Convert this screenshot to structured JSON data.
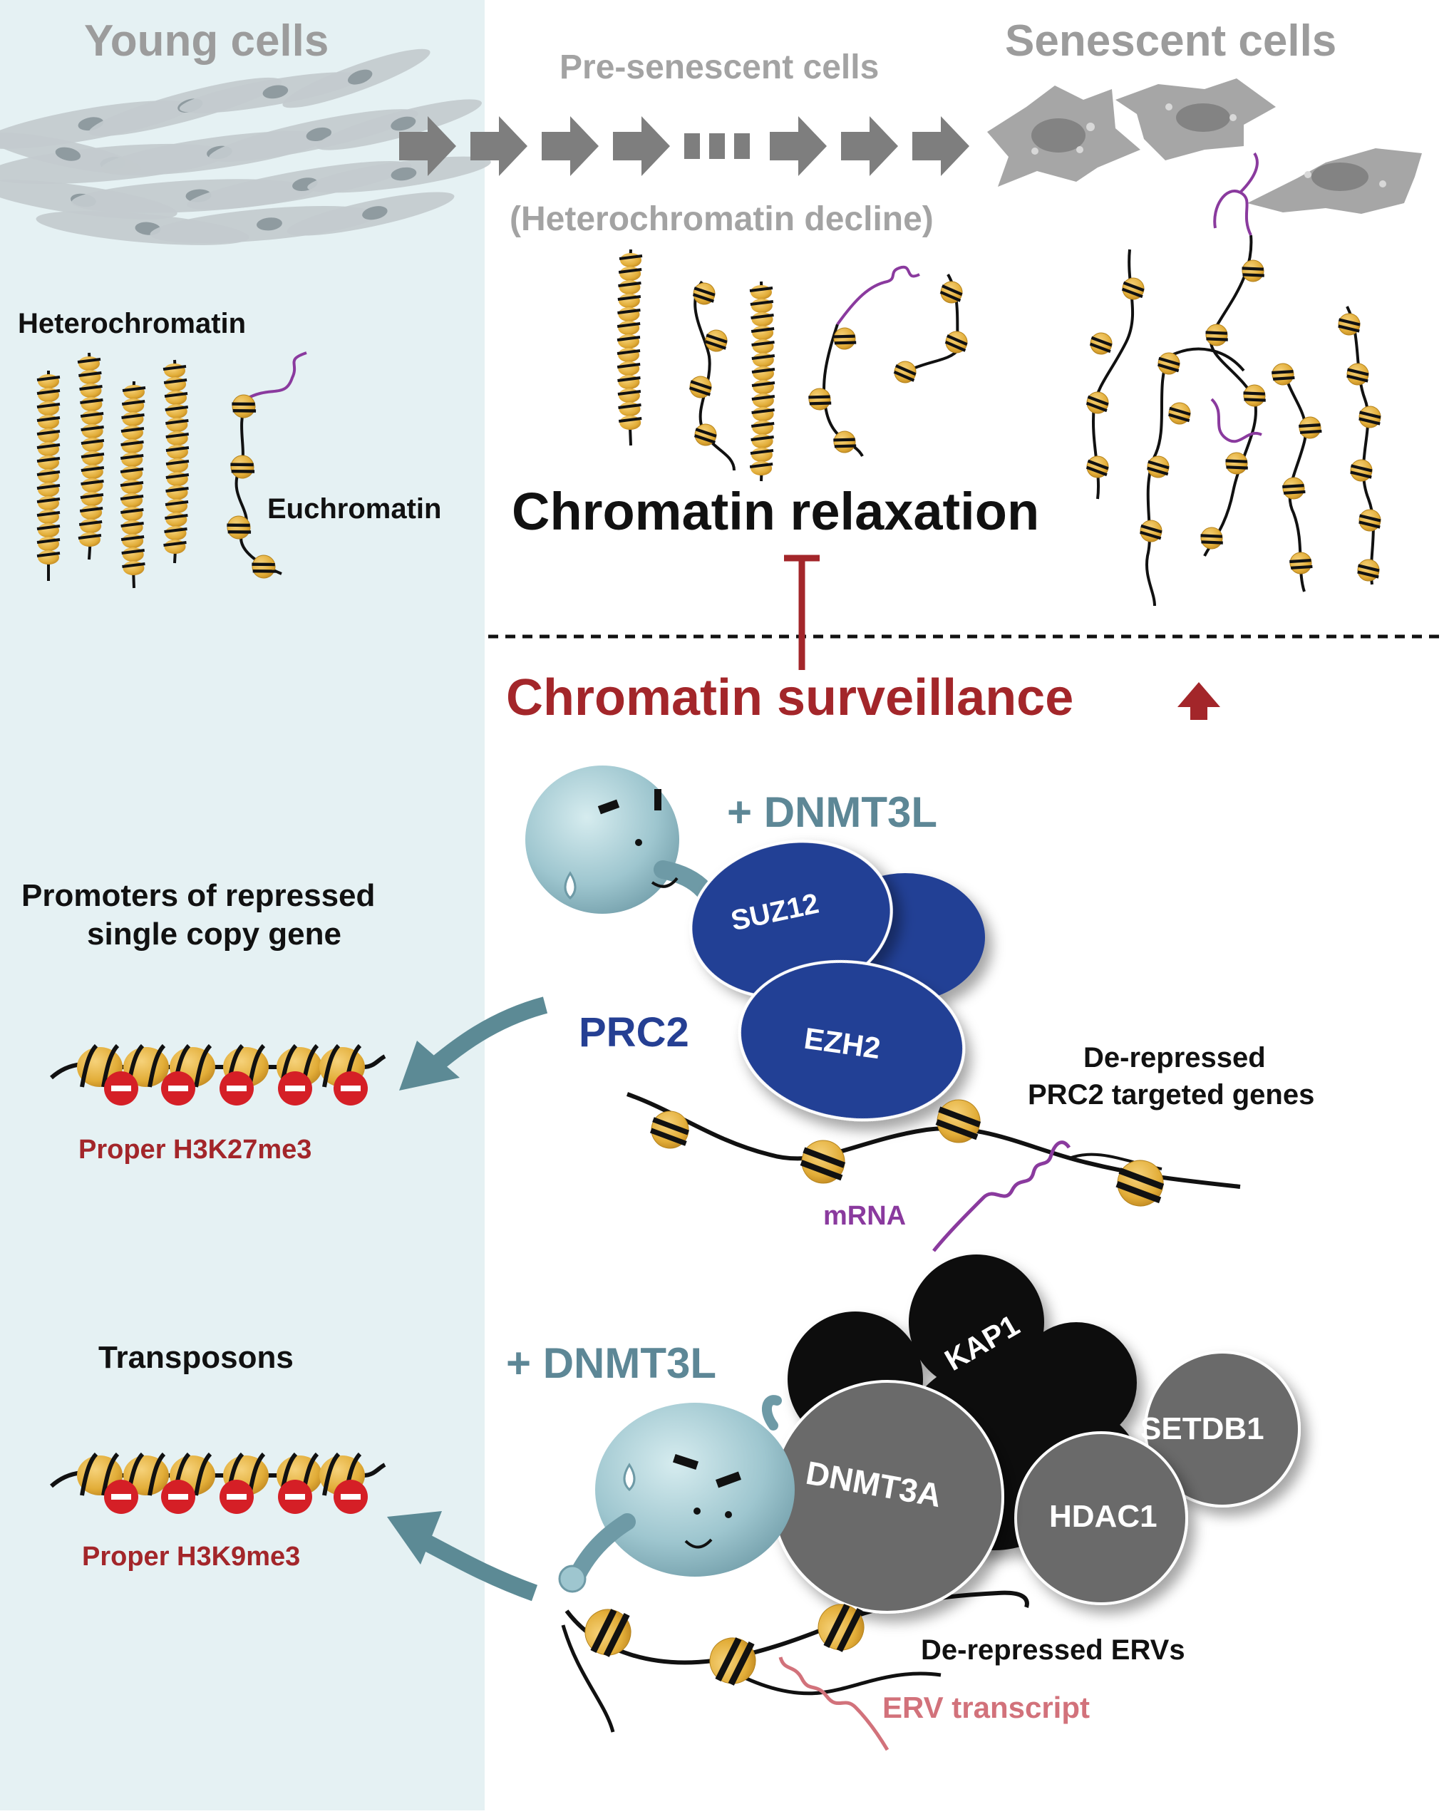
{
  "colors": {
    "left_panel": "#e5f1f3",
    "nucleosome": "#e2ad38",
    "dna": "#1a1a1a",
    "rna": "#8a3a9e",
    "erv_rna": "#d2727b",
    "surveillance_red": "#a3262a",
    "dnmt3l_teal": "#5d8796",
    "prc2_blue": "#223f95",
    "kap1_black": "#0b0b0b",
    "gray_protein": "#6b6b6b",
    "arrow_gray": "#7e7e7e",
    "arrow_teal": "#5c8a95"
  },
  "stages": {
    "young": "Young cells",
    "pre_senescent": "Pre-senescent cells",
    "senescent": "Senescent cells",
    "decline_note": "(Heterochromatin decline)"
  },
  "chromatin": {
    "heterochromatin": "Heterochromatin",
    "euchromatin": "Euchromatin",
    "relaxation": "Chromatin relaxation",
    "surveillance": "Chromatin surveillance"
  },
  "prc2_pathway": {
    "cofactor": "+ DNMT3L",
    "complex": "PRC2",
    "subunit_1": "SUZ12",
    "subunit_2": "EZH2",
    "target_label_1": "De-repressed",
    "target_label_2": "PRC2 targeted genes",
    "rna_label": "mRNA",
    "left_heading_1": "Promoters of repressed",
    "left_heading_2": "single copy gene",
    "mark": "Proper H3K27me3"
  },
  "kap1_pathway": {
    "cofactor": "+ DNMT3L",
    "kap1": "KAP1",
    "dnmt3a": "DNMT3A",
    "setdb1": "SETDB1",
    "hdac1": "HDAC1",
    "target_label": "De-repressed ERVs",
    "rna_label": "ERV transcript",
    "left_heading": "Transposons",
    "mark": "Proper H3K9me3"
  },
  "icons": [
    "fibroblast-cell-icon",
    "senescent-cell-icon",
    "nucleosome-icon",
    "dnmt3l-character-icon",
    "repression-minus-icon"
  ]
}
